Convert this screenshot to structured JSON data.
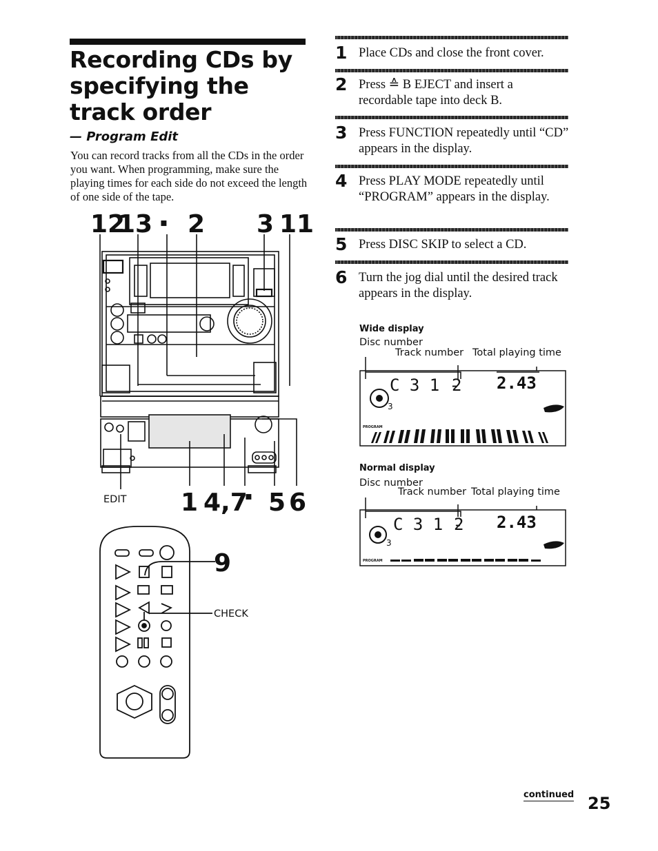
{
  "header": {
    "title": "Recording CDs by specifying the track order",
    "subtitle": "— Program Edit"
  },
  "intro": "You can record tracks from all the CDs in the order you want. When programming, make sure the playing times for each side do not exceed the length of one side of the tape.",
  "stereo_callouts": {
    "top": [
      "12",
      "13",
      "▪",
      "2",
      "3",
      "11"
    ],
    "bottom": [
      "1",
      "4,7",
      "▪",
      "5",
      "6"
    ],
    "edit_label": "EDIT"
  },
  "remote_callouts": {
    "number": "9",
    "check_label": "CHECK"
  },
  "steps": [
    {
      "num": "1",
      "text": "Place CDs and close the front cover."
    },
    {
      "num": "2",
      "text": "Press ≙ B EJECT and insert a recordable tape into deck B."
    },
    {
      "num": "3",
      "text": "Press FUNCTION repeatedly until “CD” appears in the display."
    },
    {
      "num": "4",
      "text": "Press PLAY MODE repeatedly until “PROGRAM” appears in the display."
    },
    {
      "num": "5",
      "text": "Press DISC SKIP to select a CD."
    },
    {
      "num": "6",
      "text": "Turn the jog dial until the desired track appears in the display."
    }
  ],
  "wide_display": {
    "heading": "Wide display",
    "disc_number_label": "Disc number",
    "track_number_label": "Track number",
    "total_time_label": "Total playing time",
    "seg_left": "C  3  1 -",
    "seg_track": "2",
    "seg_time": "2.43",
    "program_label": "PROGRAM",
    "disc_label": "3"
  },
  "normal_display": {
    "heading": "Normal display",
    "disc_number_label": "Disc number",
    "track_number_label": "Track number",
    "total_time_label": "Total playing time",
    "seg_left": "C  3  1 -",
    "seg_track": "2",
    "seg_time": "2.43",
    "program_label": "PROGRAM",
    "disc_label": "3"
  },
  "footer": {
    "continued": "continued",
    "page_number": "25"
  }
}
